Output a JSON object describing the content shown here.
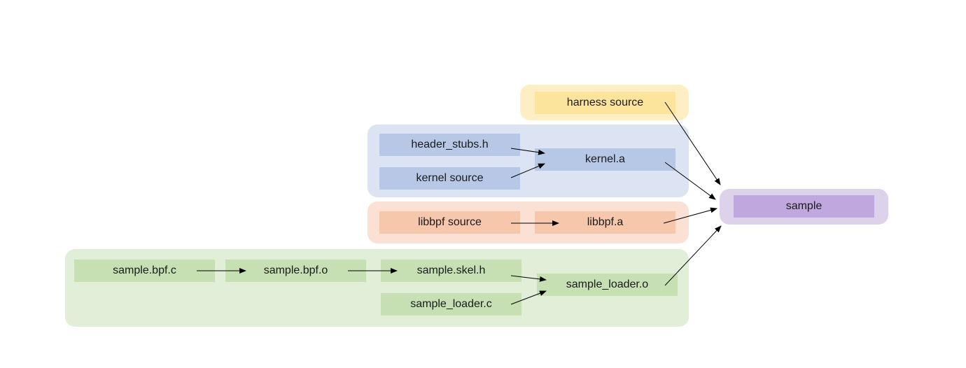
{
  "colors": {
    "harness_group": "#fdeec3",
    "harness_node": "#fde49c",
    "kernel_group": "#dce4f3",
    "kernel_node": "#b7c8e7",
    "libbpf_group": "#fbe1d4",
    "libbpf_node": "#f7c7ab",
    "sample_group": "#e1efd9",
    "sample_node": "#c6e0b4",
    "output_group": "#dcd2ea",
    "output_node": "#c0a8de",
    "edge": "#000000"
  },
  "nodes": {
    "harness_source": "harness source",
    "header_stubs_h": "header_stubs.h",
    "kernel_source": "kernel source",
    "kernel_a": "kernel.a",
    "libbpf_source": "libbpf source",
    "libbpf_a": "libbpf.a",
    "sample_bpf_c": "sample.bpf.c",
    "sample_bpf_o": "sample.bpf.o",
    "sample_skel_h": "sample.skel.h",
    "sample_loader_c": "sample_loader.c",
    "sample_loader_o": "sample_loader.o",
    "sample": "sample"
  },
  "edges": [
    {
      "from": "header_stubs_h",
      "to": "kernel_a"
    },
    {
      "from": "kernel_source",
      "to": "kernel_a"
    },
    {
      "from": "libbpf_source",
      "to": "libbpf_a"
    },
    {
      "from": "sample_bpf_c",
      "to": "sample_bpf_o"
    },
    {
      "from": "sample_bpf_o",
      "to": "sample_skel_h"
    },
    {
      "from": "sample_skel_h",
      "to": "sample_loader_o"
    },
    {
      "from": "sample_loader_c",
      "to": "sample_loader_o"
    },
    {
      "from": "harness_source",
      "to": "sample"
    },
    {
      "from": "kernel_a",
      "to": "sample"
    },
    {
      "from": "libbpf_a",
      "to": "sample"
    },
    {
      "from": "sample_loader_o",
      "to": "sample"
    }
  ]
}
